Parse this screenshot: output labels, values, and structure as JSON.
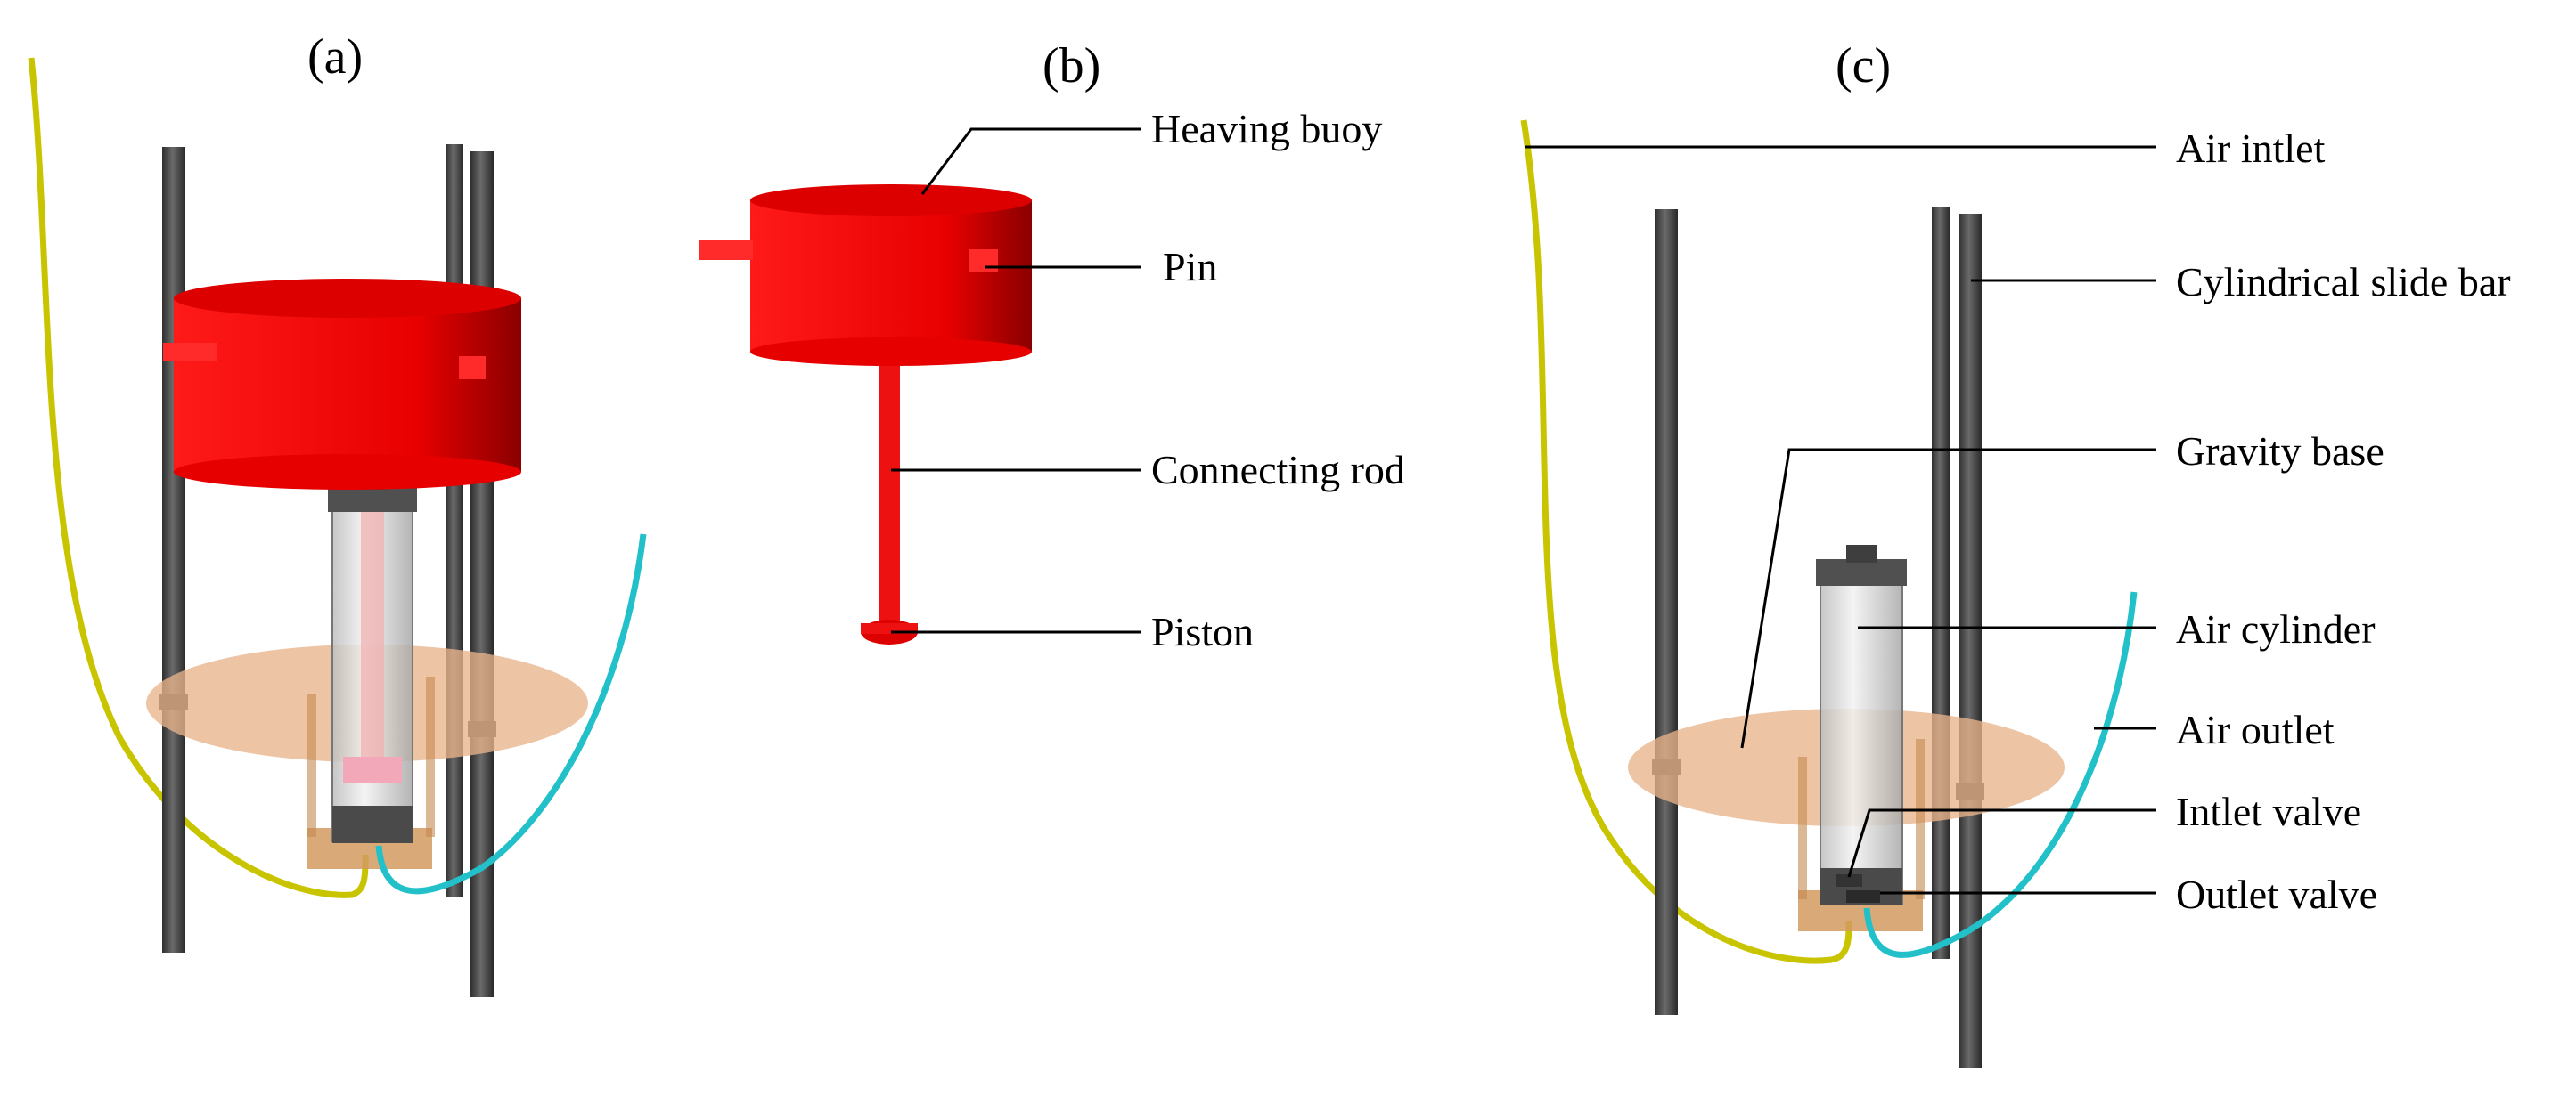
{
  "panels": {
    "a": {
      "label": "(a)"
    },
    "b": {
      "label": "(b)",
      "callouts": {
        "heaving_buoy": "Heaving buoy",
        "pin": "Pin",
        "connecting_rod": "Connecting rod",
        "piston": "Piston"
      }
    },
    "c": {
      "label": "(c)",
      "callouts": {
        "air_intlet": "Air intlet",
        "cylindrical_slide_bar": "Cylindrical slide bar",
        "gravity_base": "Gravity base",
        "air_cylinder": "Air cylinder",
        "air_outlet": "Air outlet",
        "intlet_valve": "Intlet valve",
        "outlet_valve": "Outlet valve"
      }
    }
  },
  "colors": {
    "buoy_red": "#ee1111",
    "buoy_dark": "#a00000",
    "slide_bar": "#4a4a4a",
    "gravity_base": "#e8b48a",
    "cylinder_glass": "#d8d8d8",
    "cylinder_cap": "#505050",
    "air_inlet_tube": "#c8c400",
    "air_outlet_tube": "#22c0c8",
    "bracket": "#d49a60"
  }
}
